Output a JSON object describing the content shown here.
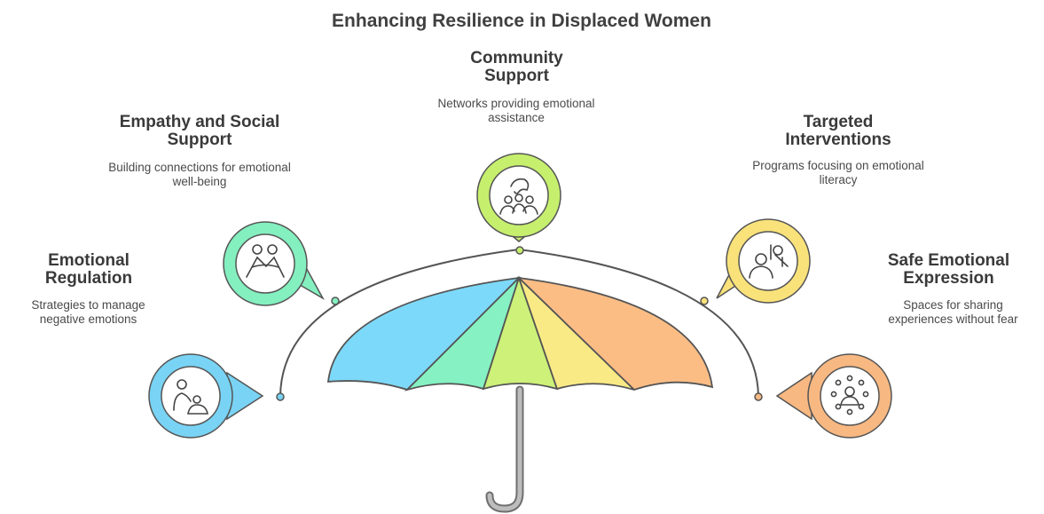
{
  "title": "Enhancing Resilience in Displaced Women",
  "items": [
    {
      "heading": "Emotional Regulation",
      "description": "Strategies to manage negative emotions",
      "color": "#79d3f4",
      "icon": "parent-child-icon"
    },
    {
      "heading": "Empathy and Social Support",
      "description": "Building connections for emotional well-being",
      "color": "#84efbf",
      "icon": "hugging-people-icon"
    },
    {
      "heading": "Community Support",
      "description": "Networks providing emotional assistance",
      "color": "#c6ef6e",
      "icon": "group-people-icon"
    },
    {
      "heading": "Targeted Interventions",
      "description": "Programs focusing on emotional literacy",
      "color": "#f9e27a",
      "icon": "person-learning-icon"
    },
    {
      "heading": "Safe Emotional Expression",
      "description": "Spaces for sharing experiences without fear",
      "color": "#f8b882",
      "icon": "person-circle-icon"
    }
  ],
  "umbrella": {
    "panel_colors": [
      "#7dd9f9",
      "#86f1c2",
      "#cdf179",
      "#faea86",
      "#fcbd85"
    ],
    "handle_color": "#9a9a9a"
  }
}
